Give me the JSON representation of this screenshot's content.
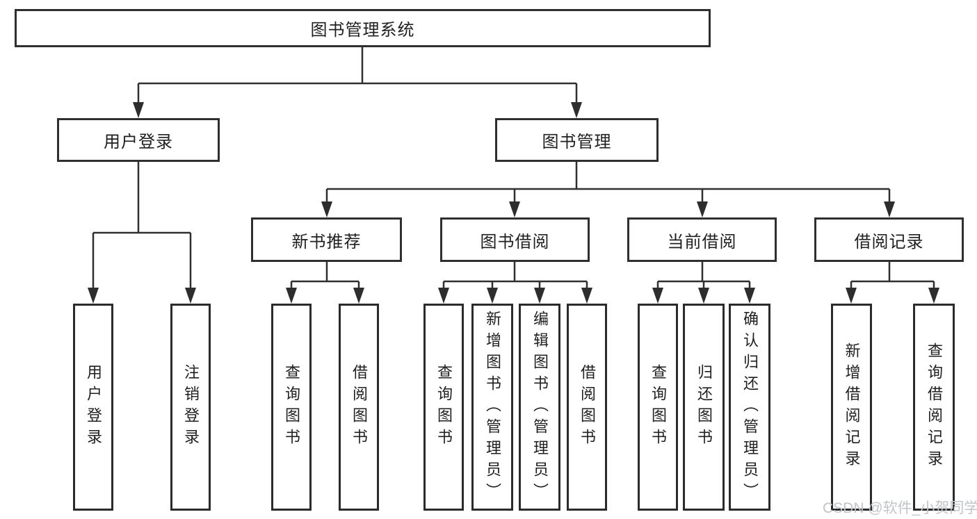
{
  "diagram": {
    "type": "hierarchy-diagram",
    "root": {
      "label": "图书管理系统"
    },
    "branches": [
      {
        "label": "用户登录",
        "leaves": [
          "用户登录",
          "注销登录"
        ]
      },
      {
        "label": "图书管理",
        "children": [
          {
            "label": "新书推荐",
            "leaves": [
              "查询图书",
              "借阅图书"
            ]
          },
          {
            "label": "图书借阅",
            "leaves": [
              "查询图书",
              "新增图书（管理员）",
              "编辑图书（管理员）",
              "借阅图书"
            ]
          },
          {
            "label": "当前借阅",
            "leaves": [
              "查询图书",
              "归还图书",
              "确认归还（管理员）"
            ]
          },
          {
            "label": "借阅记录",
            "leaves": [
              "新增借阅记录",
              "查询借阅记录"
            ]
          }
        ]
      }
    ]
  },
  "watermark": "CSDN @软件_小贺同学",
  "colors": {
    "line": "#2f2f2f",
    "arrow": "#2d2d2d",
    "box_border": "#2b2b2b",
    "text": "#1f1f1f",
    "background": "#ffffff",
    "watermark": "#c1c4c8"
  }
}
